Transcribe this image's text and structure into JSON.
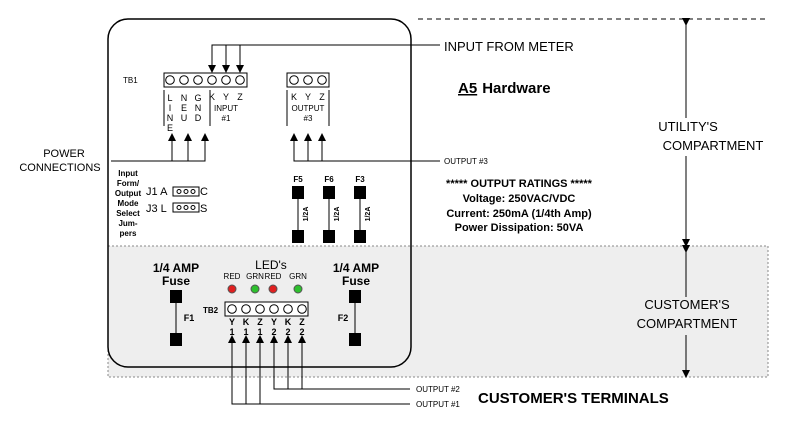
{
  "labels": {
    "input_from_meter": "INPUT FROM METER",
    "title_prefix": "A5",
    "title_suffix": "Hardware",
    "utility_1": "UTILITY'S",
    "utility_2": "COMPARTMENT",
    "customer_1": "CUSTOMER'S",
    "customer_2": "COMPARTMENT",
    "power_1": "POWER",
    "power_2": "CONNECTIONS",
    "output3": "OUTPUT #3",
    "output2": "OUTPUT #2",
    "output1": "OUTPUT #1",
    "customers_terminals": "CUSTOMER'S TERMINALS"
  },
  "tb1": {
    "label": "TB1",
    "col_line": [
      "L",
      "I",
      "N",
      "E"
    ],
    "col_neutral": [
      "N",
      "E",
      "U"
    ],
    "col_ground": [
      "G",
      "N",
      "D"
    ],
    "kyz": [
      "K",
      "Y",
      "Z"
    ],
    "input_1": "INPUT",
    "input_2": "#1"
  },
  "output_block": {
    "kyz": [
      "K",
      "Y",
      "Z"
    ],
    "label_1": "OUTPUT",
    "label_2": "#3"
  },
  "jumpers": {
    "left_text": [
      "Input",
      "Form/",
      "Output",
      "Mode",
      "Select",
      "Jum-",
      "pers"
    ],
    "j1_label": "J1 A",
    "j1_right": "C",
    "j3_label": "J3 L",
    "j3_right": "S"
  },
  "fuses": [
    {
      "name": "F5",
      "rating": "1/2A"
    },
    {
      "name": "F6",
      "rating": "1/2A"
    },
    {
      "name": "F3",
      "rating": "1/2A"
    }
  ],
  "ratings": {
    "header": "***** OUTPUT RATINGS *****",
    "voltage": "Voltage: 250VAC/VDC",
    "current": "Current: 250mA (1/4th Amp)",
    "power": "Power Dissipation: 50VA"
  },
  "customer": {
    "fuse_left_1": "1/4 AMP",
    "fuse_left_2": "Fuse",
    "fuse_left_name": "F1",
    "fuse_right_1": "1/4 AMP",
    "fuse_right_2": "Fuse",
    "fuse_right_name": "F2",
    "leds_title": "LED's",
    "led_labels": [
      "RED",
      "GRN",
      "RED",
      "GRN"
    ],
    "led_colors": [
      "#e02020",
      "#2ec02e",
      "#e02020",
      "#2ec02e"
    ],
    "tb2_label": "TB2",
    "tb2_letters": [
      "Y",
      "K",
      "Z",
      "Y",
      "K",
      "Z"
    ],
    "tb2_numbers": [
      "1",
      "1",
      "1",
      "2",
      "2",
      "2"
    ]
  },
  "colors": {
    "customer_fill": "#eeeeee",
    "line": "#000000"
  }
}
